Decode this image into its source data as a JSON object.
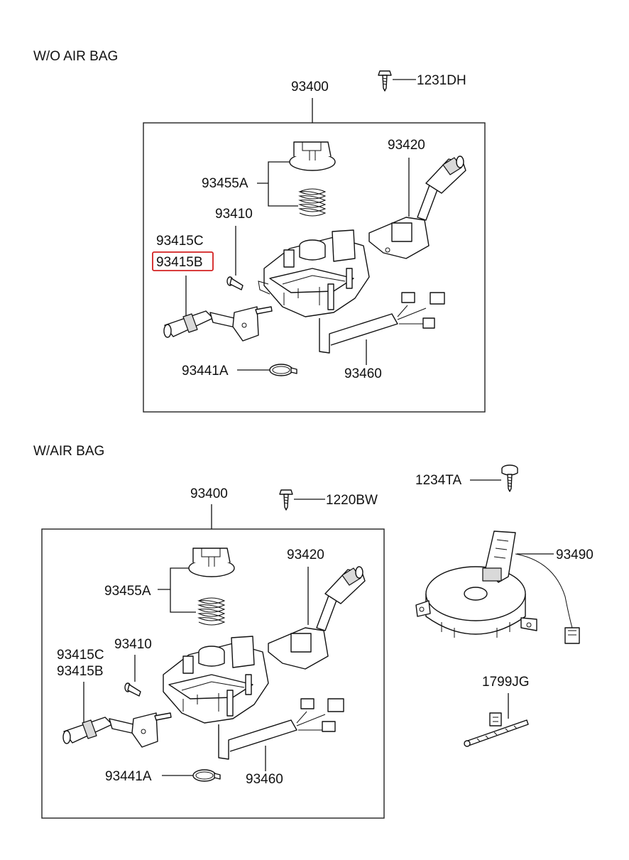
{
  "sections": [
    {
      "title": "W/O AIR BAG",
      "labels": {
        "assembly": "93400",
        "screw": "1231DH",
        "lever_right": "93420",
        "spring_cap": "93455A",
        "pin": "93410",
        "lever_left_c": "93415C",
        "lever_left_b": "93415B",
        "clamp": "93441A",
        "harness": "93460"
      }
    },
    {
      "title": "W/AIR BAG",
      "labels": {
        "assembly": "93400",
        "screw": "1220BW",
        "lever_right": "93420",
        "spring_cap": "93455A",
        "pin": "93410",
        "lever_left_c": "93415C",
        "lever_left_b": "93415B",
        "clamp": "93441A",
        "harness": "93460",
        "screw2": "1234TA",
        "clock_spring": "93490",
        "tie": "1799JG"
      }
    }
  ],
  "highlight": {
    "label": "93415B",
    "color": "#d32020"
  }
}
